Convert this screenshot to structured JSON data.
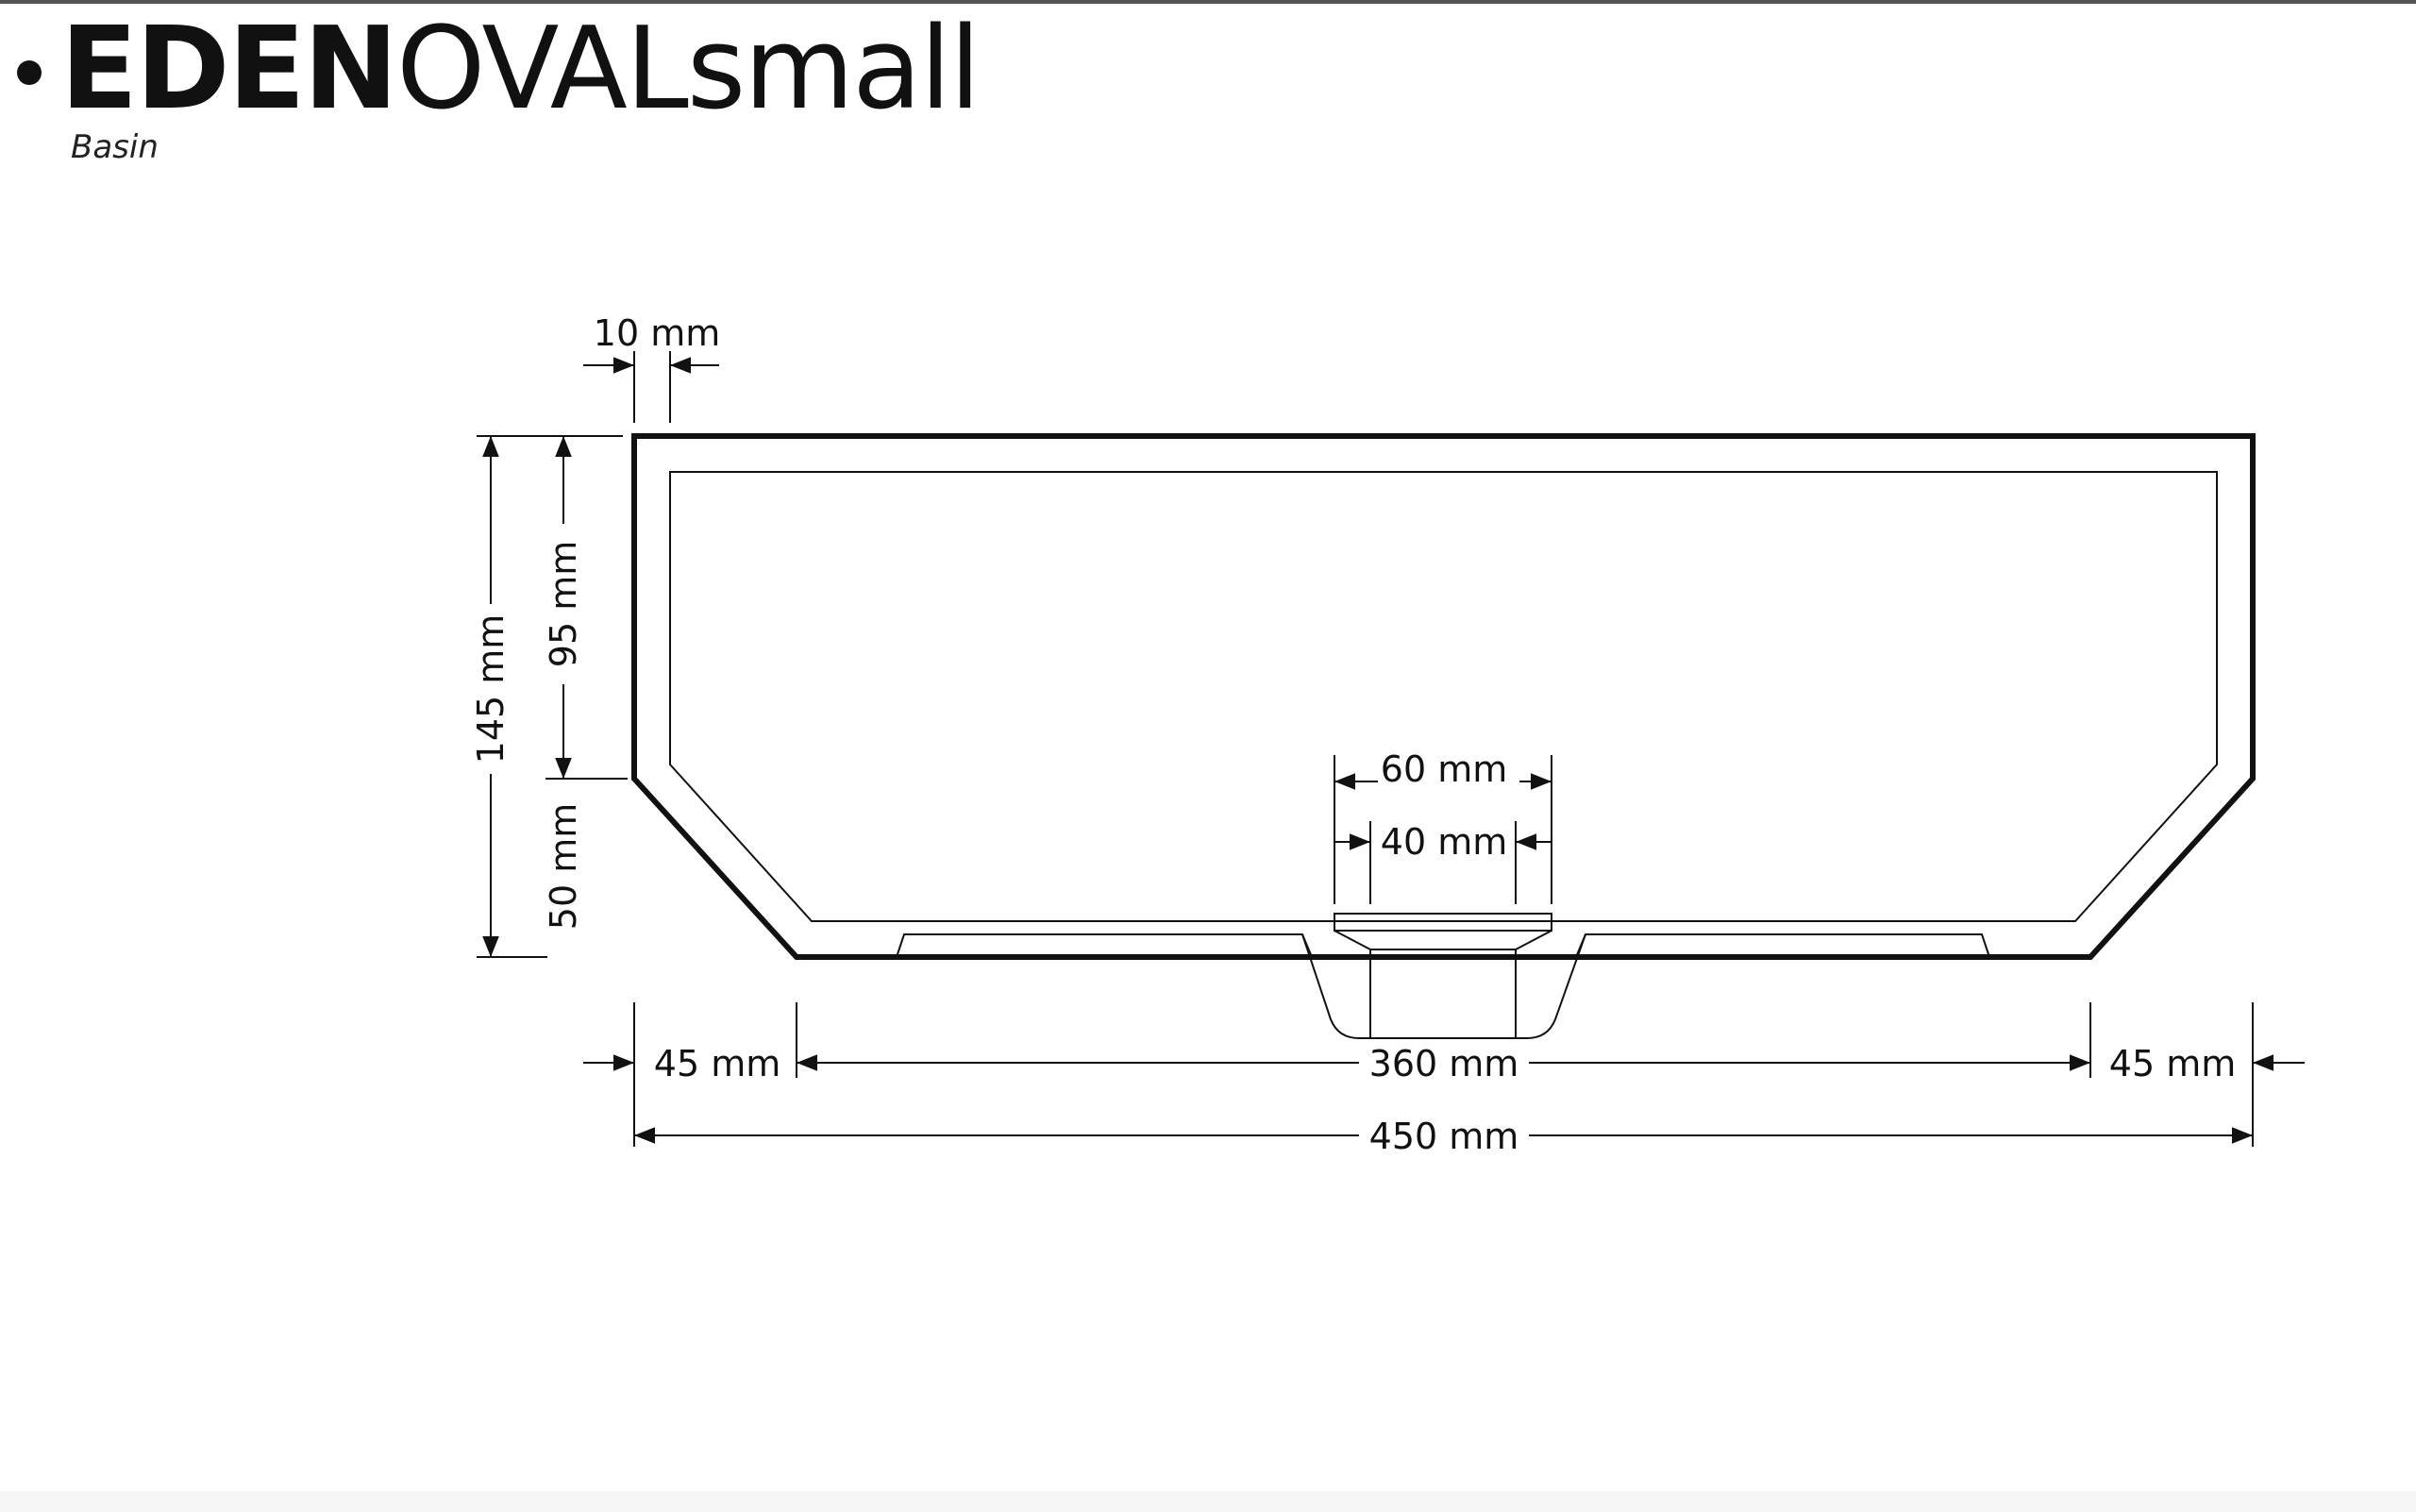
{
  "title": {
    "part1": "EDEN",
    "part2": "OVAL",
    "part3": "small"
  },
  "subtitle": "Basin",
  "dimensions": {
    "rim_thickness": "10 mm",
    "total_height": "145 mm",
    "bowl_depth": "95 mm",
    "base_height": "50 mm",
    "drain_outer": "60 mm",
    "drain_inner": "40 mm",
    "left_offset": "45 mm",
    "base_width": "360 mm",
    "right_offset": "45 mm",
    "total_width": "450 mm"
  },
  "colors": {
    "line": "#111111",
    "background": "#ffffff"
  }
}
